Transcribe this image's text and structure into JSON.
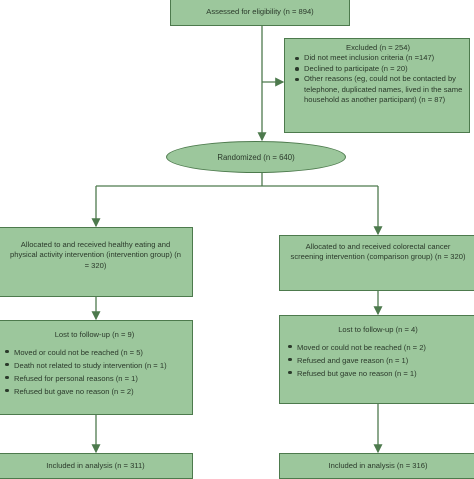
{
  "assessed": "Assessed for eligibility (n = 894)",
  "excluded": {
    "title": "Excluded (n = 254)",
    "items": [
      "Did not meet inclusion criteria (n =147)",
      "Declined to participate (n = 20)",
      "Other reasons (eg, could not be contacted by telephone, duplicated names, lived in the same household as another participant) (n = 87)"
    ]
  },
  "randomized": "Randomized (n = 640)",
  "intervention": {
    "allocated": "Allocated to and received healthy eating and physical activity intervention (intervention group) (n = 320)",
    "lost_title": "Lost to follow-up (n = 9)",
    "lost_items": [
      "Moved or could not be reached (n = 5)",
      "Death not related to study intervention (n = 1)",
      "Refused for personal reasons (n = 1)",
      "Refused but gave no reason (n = 2)"
    ],
    "analysis": "Included in analysis (n = 311)"
  },
  "comparison": {
    "allocated": "Allocated to and received colorectal cancer screening intervention (comparison group) (n = 320)",
    "lost_title": "Lost to follow-up (n = 4)",
    "lost_items": [
      "Moved or could not be reached (n = 2)",
      "Refused and gave reason (n = 1)",
      "Refused but gave no reason (n = 1)"
    ],
    "analysis": "Included in analysis (n = 316)"
  },
  "colors": {
    "box_fill": "#9cc79c",
    "box_border": "#4d7a4d",
    "line": "#4d7a4d"
  }
}
